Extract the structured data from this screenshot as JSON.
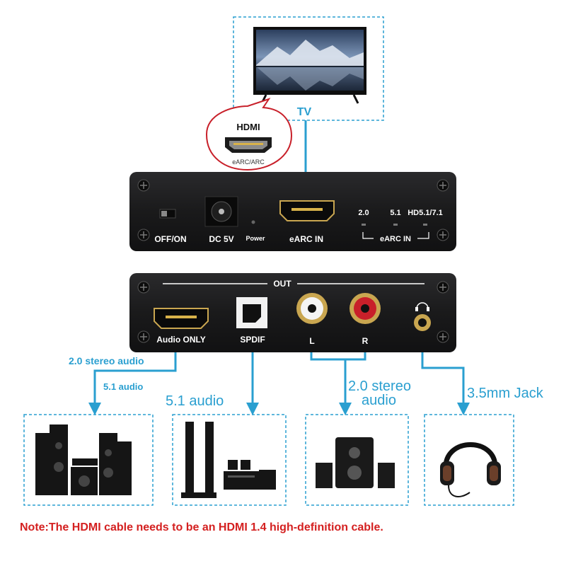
{
  "tv": {
    "label": "TV"
  },
  "callout": {
    "title": "HDMI",
    "subtitle": "eARC/ARC"
  },
  "front_panel": {
    "switch_label": "OFF/ON",
    "dc_label": "DC 5V",
    "power_label": "Power",
    "hdmi_label": "eARC IN",
    "mode_20": "2.0",
    "mode_51": "5.1",
    "mode_hd": "HD5.1/7.1",
    "mode_group": "eARC IN"
  },
  "back_panel": {
    "out_label": "OUT",
    "hdmi_label": "Audio ONLY",
    "spdif_label": "SPDIF",
    "left_label": "L",
    "right_label": "R"
  },
  "outputs": {
    "hdmi_line1": "2.0 stereo audio",
    "hdmi_line2": "5.1 audio",
    "spdif": "5.1 audio",
    "rca_line1": "2.0 stereo",
    "rca_line2": "audio",
    "jack": "3.5mm Jack"
  },
  "note": "Note:The HDMI cable needs to be an HDMI 1.4 high-definition cable.",
  "colors": {
    "accent": "#2a9fd0",
    "device": "#1c1c1e",
    "device_text": "#ffffff",
    "note_red": "#d42020",
    "callout_red": "#c8202a",
    "rca_red": "#c8202a"
  }
}
